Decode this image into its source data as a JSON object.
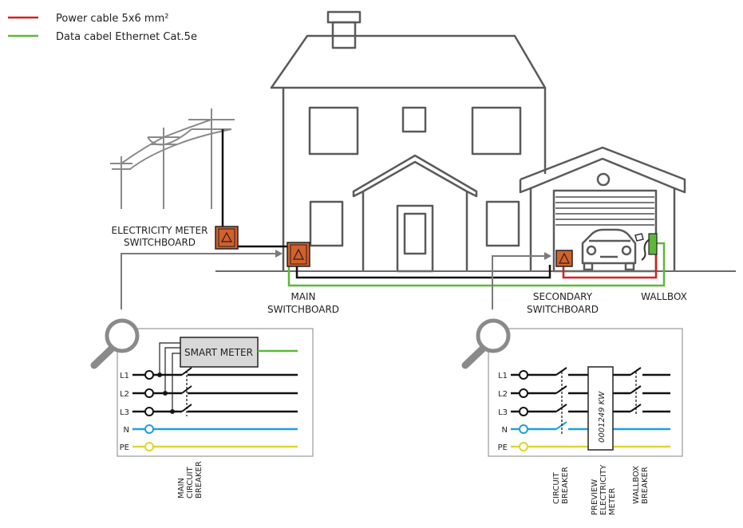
{
  "legend": {
    "items": [
      {
        "label": "Power cable 5x6 mm²",
        "color": "#d42020"
      },
      {
        "label": "Data cabel Ethernet Cat.5e",
        "color": "#5fb73a"
      }
    ]
  },
  "labels": {
    "meter_switchboard_line1": "ELECTRICITY METER",
    "meter_switchboard_line2": "SWITCHBOARD",
    "main_switchboard_line1": "MAIN",
    "main_switchboard_line2": "SWITCHBOARD",
    "secondary_switchboard_line1": "SECONDARY",
    "secondary_switchboard_line2": "SWITCHBOARD",
    "wallbox": "WALLBOX"
  },
  "left_panel": {
    "smart_meter": "SMART METER",
    "phases": [
      "L1",
      "L2",
      "L3",
      "N",
      "PE"
    ],
    "breaker_label": [
      "MAIN",
      "CIRCUIT",
      "BREAKER"
    ]
  },
  "right_panel": {
    "phases": [
      "L1",
      "L2",
      "L3",
      "N",
      "PE"
    ],
    "meter_display": "0001249 KW",
    "labels": [
      [
        "CIRCUIT",
        "BREAKER"
      ],
      [
        "PREVIEW",
        "ELECTRICITY",
        "METER"
      ],
      [
        "WALLBOX",
        "BREAKER"
      ]
    ]
  },
  "colors": {
    "power": "#d42020",
    "data": "#5fb73a",
    "neutral": "#1ea0dc",
    "earth": "#d9d92a",
    "switchboard": "#d4602a"
  },
  "icons": [
    "magnifier-icon",
    "car-icon",
    "charger-plug-icon",
    "switchboard-icon",
    "utility-pole-icon"
  ]
}
